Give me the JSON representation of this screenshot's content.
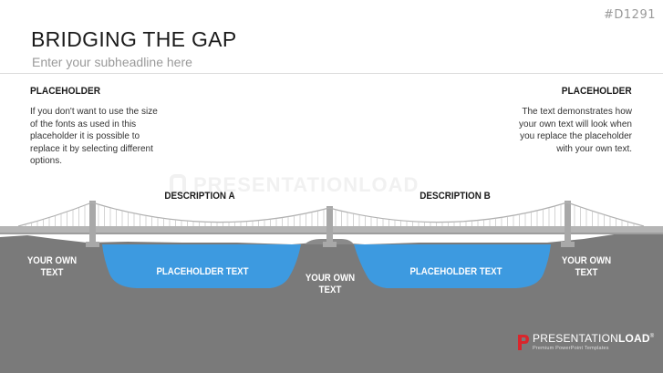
{
  "slide_id": "#D1291",
  "title": "BRIDGING THE GAP",
  "subtitle": "Enter your subheadline here",
  "left_block": {
    "heading": "PLACEHOLDER",
    "body": "If you don't want to use the size of the fonts as used in this placeholder it is possible to replace it by selecting different options."
  },
  "right_block": {
    "heading": "PLACEHOLDER",
    "body": "The text demonstrates how your own text will look when you replace the placeholder with your own text."
  },
  "watermark": "PRESENTATIONLOAD",
  "diagram": {
    "description_a": "DESCRIPTION A",
    "description_b": "DESCRIPTION B",
    "land_left": "YOUR OWN TEXT",
    "land_middle": "YOUR OWN TEXT",
    "land_right": "YOUR OWN TEXT",
    "water_left": "PLACEHOLDER TEXT",
    "water_right": "PLACEHOLDER TEXT"
  },
  "logo": {
    "name_light": "PRESENTATION",
    "name_bold": "LOAD",
    "reg": "®",
    "tagline": "Premium PowerPoint Templates"
  },
  "colors": {
    "ground": "#7a7a7a",
    "water": "#3d9ae0",
    "bridge": "#b5b5b5",
    "logo_red": "#d9262c"
  }
}
